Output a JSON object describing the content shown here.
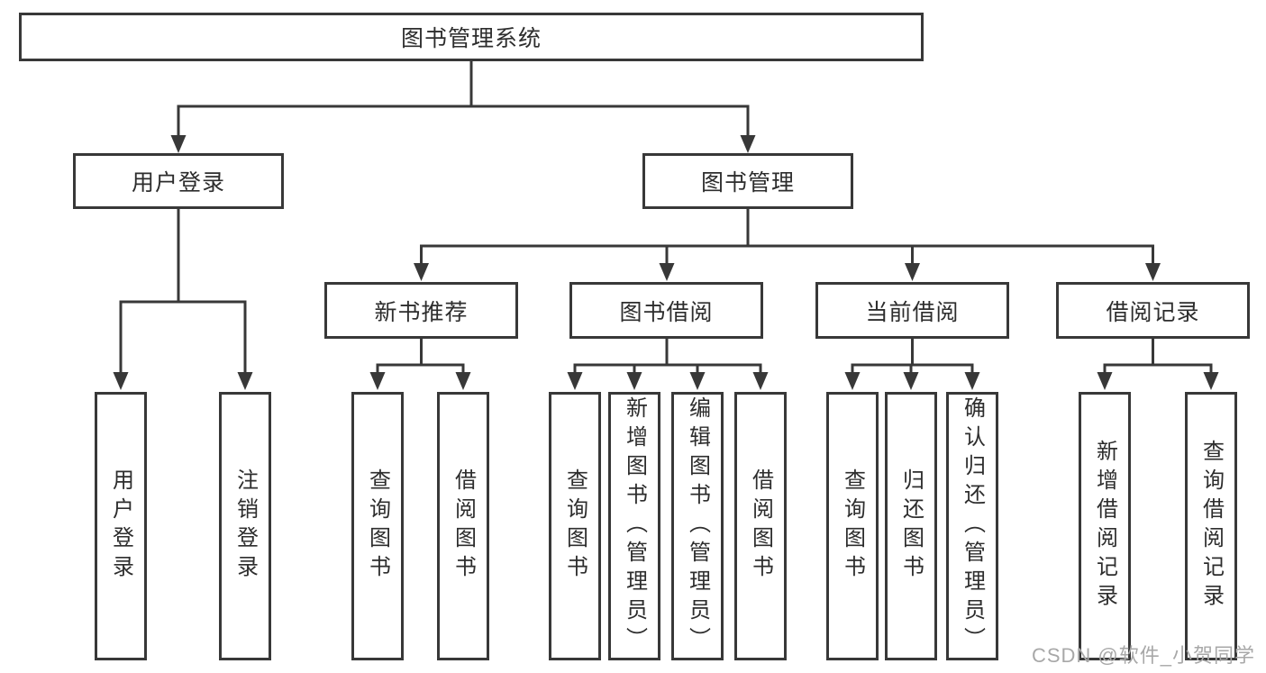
{
  "colors": {
    "line": "#383838",
    "box_border": "#383838",
    "text": "#2d2d2d",
    "watermark_gray": "#a8a8a8",
    "background": "#ffffff"
  },
  "tree": {
    "root": "图书管理系统",
    "branches": [
      {
        "label": "用户登录",
        "children": [
          "用户登录",
          "注销登录"
        ]
      },
      {
        "label": "图书管理",
        "groups": [
          {
            "label": "新书推荐",
            "children": [
              "查询图书",
              "借阅图书"
            ]
          },
          {
            "label": "图书借阅",
            "children": [
              "查询图书",
              "新增图书（管理员）",
              "编辑图书（管理员）",
              "借阅图书"
            ]
          },
          {
            "label": "当前借阅",
            "children": [
              "查询图书",
              "归还图书",
              "确认归还（管理员）"
            ]
          },
          {
            "label": "借阅记录",
            "children": [
              "新增借阅记录",
              "查询借阅记录"
            ]
          }
        ]
      }
    ]
  },
  "watermark": "CSDN @软件_小贺同学"
}
